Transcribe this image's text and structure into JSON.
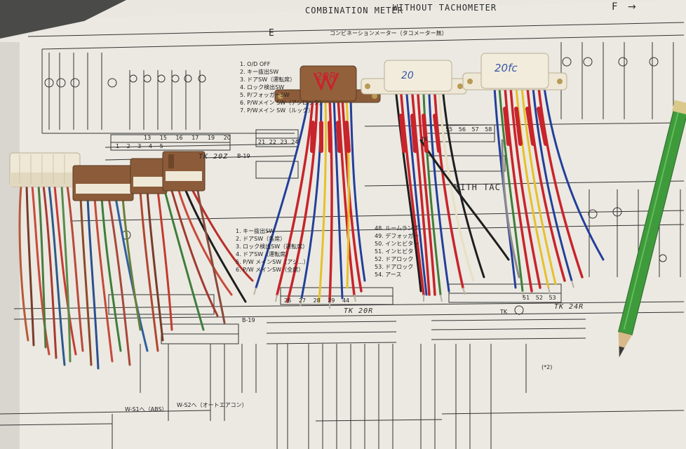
{
  "diagram": {
    "title_handwritten": "COMBINATION METER",
    "subtitle_handwritten": "WITHOUT TACHOMETER",
    "japanese_heading": "コンビネーションメーター（タコメーター無）",
    "arrow_label_f": "F",
    "bus_label_e": "E",
    "with_tacho_label": "WITH TAC",
    "legend_top": [
      "1. O/D OFF",
      "2. キー抜出SW",
      "3. ドアSW（運転席）",
      "4. ロック検出SW",
      "5. P/フォッガーSW",
      "6. P/Wメイン SW（アシロック）",
      "7. P/Wメイン SW（ルック）"
    ],
    "legend_mid": [
      "1. キー抜出SW",
      "2. ドアSW（各席）",
      "3. ロック検出SW（運転席）",
      "4. ドアSW（運転席）",
      "5. P/W メインSW（アシ...）",
      "6. P/W メインSW（全席）"
    ],
    "legend_right": [
      "48. ルームランプ",
      "49. デフォッガー",
      "50. インヒビター",
      "51. インヒビタ",
      "52. ドアロック",
      "53. ドアロック",
      "54. アース"
    ],
    "pin_row_a": [
      "13",
      "15",
      "16",
      "17",
      "19",
      "20"
    ],
    "pin_row_b": [
      "1",
      "2",
      "3",
      "4",
      "5"
    ],
    "pin_row_c": [
      "21",
      "22",
      "23",
      "24"
    ],
    "pin_row_d": [
      "55",
      "56",
      "57",
      "58"
    ],
    "pin_row_bottom": [
      "26",
      "27",
      "28",
      "29",
      "44"
    ],
    "pin_row_bottom_right": [
      "51",
      "52",
      "53"
    ],
    "small_labels": [
      "B-19",
      "B-19",
      "TK",
      "TK",
      "TK 20R",
      "TK 24R",
      "TK 20Z"
    ],
    "bottom_notes": [
      "W-S1へ（ABS）",
      "W-S2へ（オートエアコン）",
      "(*2)"
    ],
    "handwritten_plug_labels": [
      "20R",
      "20",
      "20fc"
    ],
    "colors": {
      "paper": "#e9e7e0",
      "ink": "#2a2a2a",
      "connector_white": "#efe8d6",
      "connector_brown": "#8c5c3a",
      "wire_red": "#c8242b",
      "wire_blue": "#233f9a",
      "wire_yellow": "#e7c029",
      "wire_green": "#3f7d3a",
      "pencil_green": "#3f9a3b"
    }
  }
}
